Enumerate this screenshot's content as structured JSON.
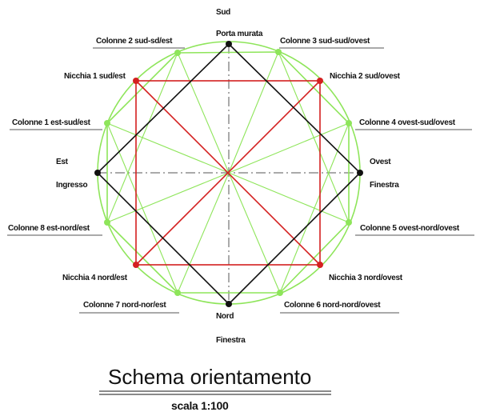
{
  "directions": {
    "sud": "Sud",
    "sud_sub": "Porta murata",
    "est": "Est",
    "est_sub": "Ingresso",
    "ovest": "Ovest",
    "ovest_sub": "Finestra",
    "nord": "Nord",
    "nord_sub": "Finestra"
  },
  "nicchie": [
    "Nicchia 1 sud/est",
    "Nicchia 2 sud/ovest",
    "Nicchia 3 nord/ovest",
    "Nicchia 4 nord/est"
  ],
  "colonne": [
    "Colonne 1 est-sud/est",
    "Colonne 2 sud-sd/est",
    "Colonne 3 sud-sud/ovest",
    "Colonne 4 ovest-sud/ovest",
    "Colonne 5 ovest-nord/ovest",
    "Colonne 6 nord-nord/ovest",
    "Colonne 7 nord-nor/est",
    "Colonne 8 est-nord/est"
  ],
  "title": "Schema orientamento",
  "scale": "scala 1:100",
  "colors": {
    "green": "#8ee55a",
    "red": "#d42020",
    "black": "#111111",
    "axis": "#555555"
  }
}
